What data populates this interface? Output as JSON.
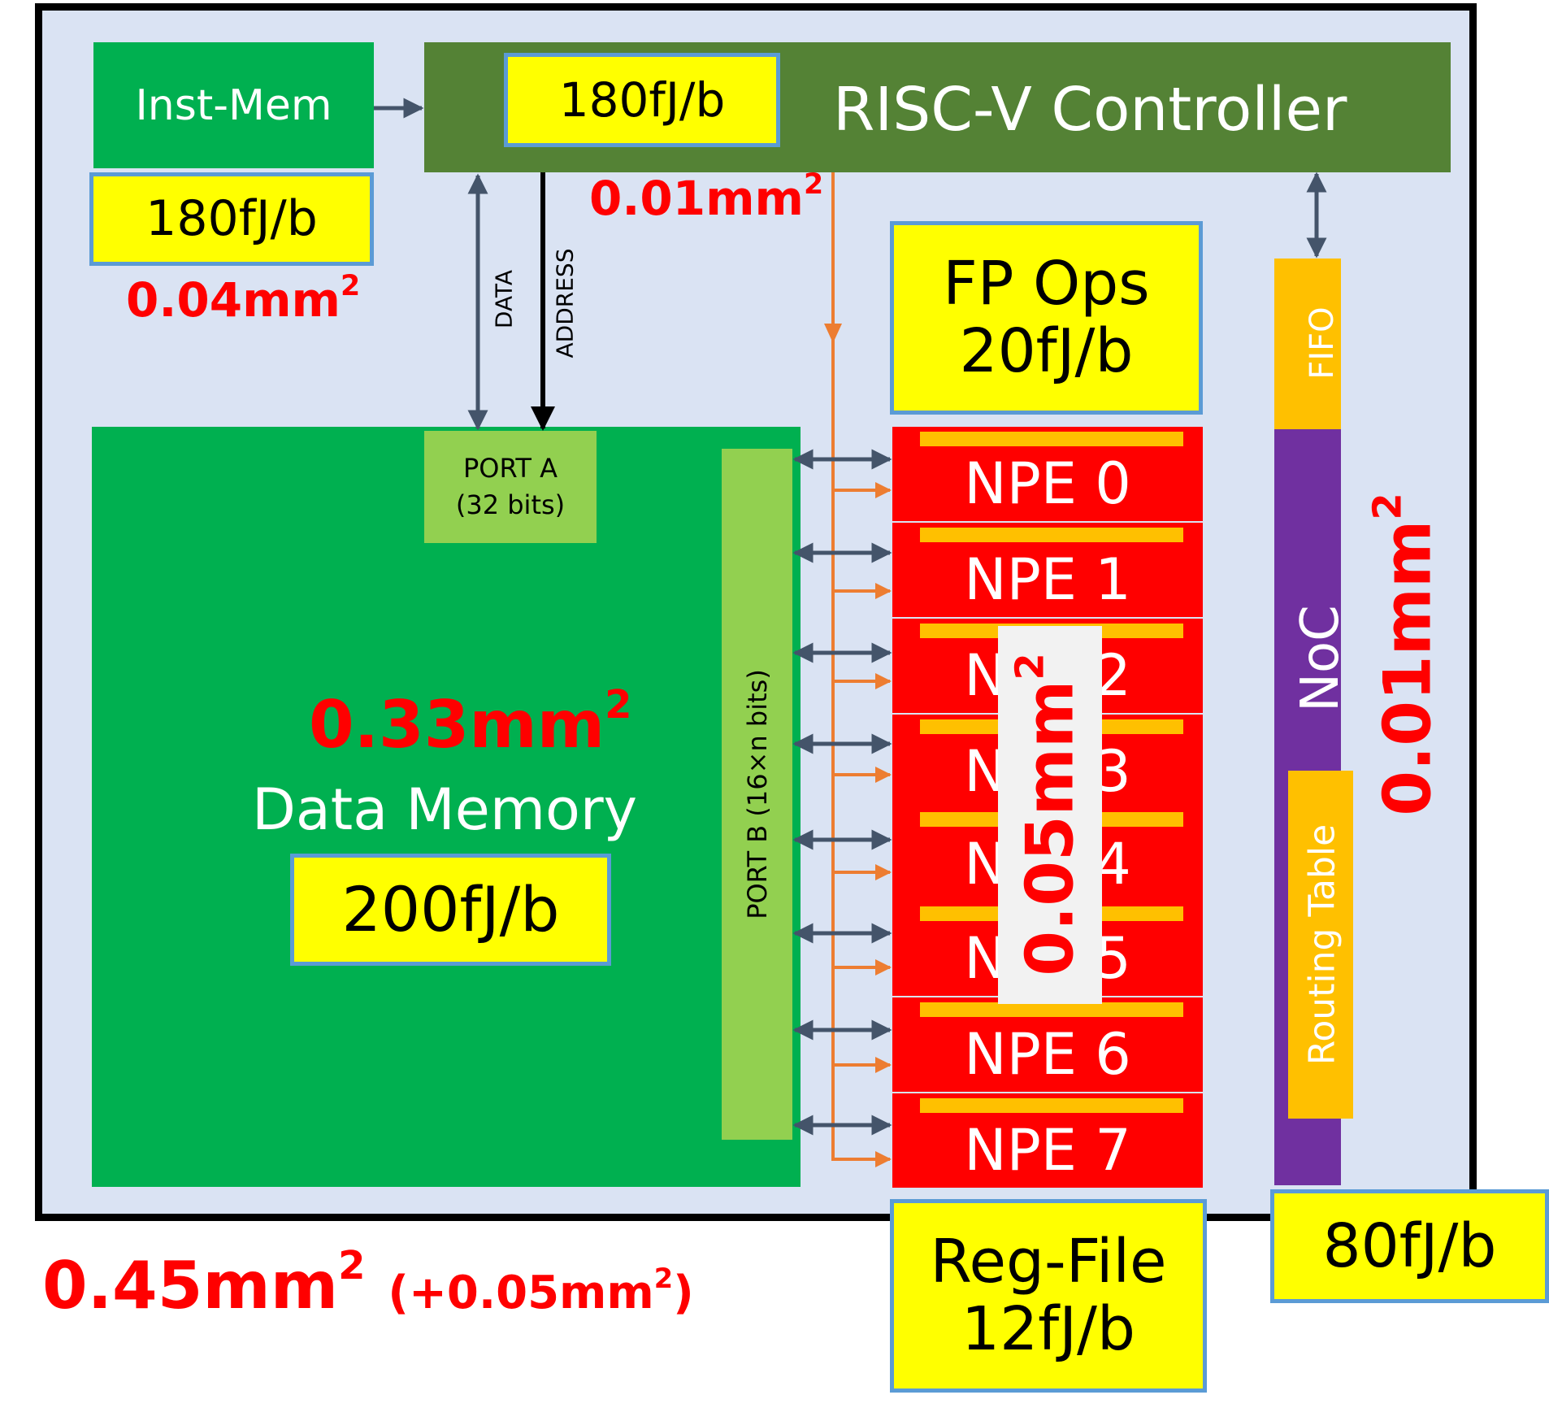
{
  "inst_mem": {
    "label": "Inst-Mem",
    "energy": "180fJ/b",
    "area": "0.04mm",
    "area_exp": "2"
  },
  "controller": {
    "label": "RISC-V Controller",
    "energy": "180fJ/b",
    "area": "0.01mm",
    "area_exp": "2"
  },
  "bus": {
    "data_label": "DATA",
    "address_label": "ADDRESS"
  },
  "data_memory": {
    "label": "Data Memory",
    "energy": "200fJ/b",
    "area": "0.33mm",
    "area_exp": "2",
    "port_a_line1": "PORT A",
    "port_a_line2": "(32 bits)",
    "port_b": "PORT B (16×n bits)"
  },
  "npe": {
    "fp_line1": "FP Ops",
    "fp_line2": "20fJ/b",
    "units": [
      "NPE 0",
      "NPE 1",
      "NPE 2",
      "NPE 3",
      "NPE 4",
      "NPE 5",
      "NPE 6",
      "NPE 7"
    ],
    "area": "0.05mm",
    "area_exp": "2",
    "regfile_line1": "Reg-File",
    "regfile_line2": "12fJ/b"
  },
  "noc": {
    "fifo": "FIFO",
    "label": "NoC",
    "routing": "Routing Table",
    "energy": "80fJ/b",
    "area": "0.01mm",
    "area_exp": "2"
  },
  "total": {
    "area": "0.45mm",
    "area_exp": "2",
    "extra": "(+0.05mm",
    "extra_exp": "2",
    "extra_close": ")"
  },
  "colors": {
    "chip_bg": "#dae3f3",
    "controller": "#548235",
    "inst_mem": "#00b050",
    "data_memory": "#00b050",
    "port": "#92d050",
    "npe": "#ff0000",
    "npe_bar": "#ffc000",
    "noc": "#7030a0",
    "fifo": "#ffc000",
    "energy_box": "#ffff00",
    "energy_border": "#5b9bd5",
    "area_text": "#ff0000",
    "arrow_dark": "#44546a",
    "arrow_orange": "#ed7d31"
  }
}
